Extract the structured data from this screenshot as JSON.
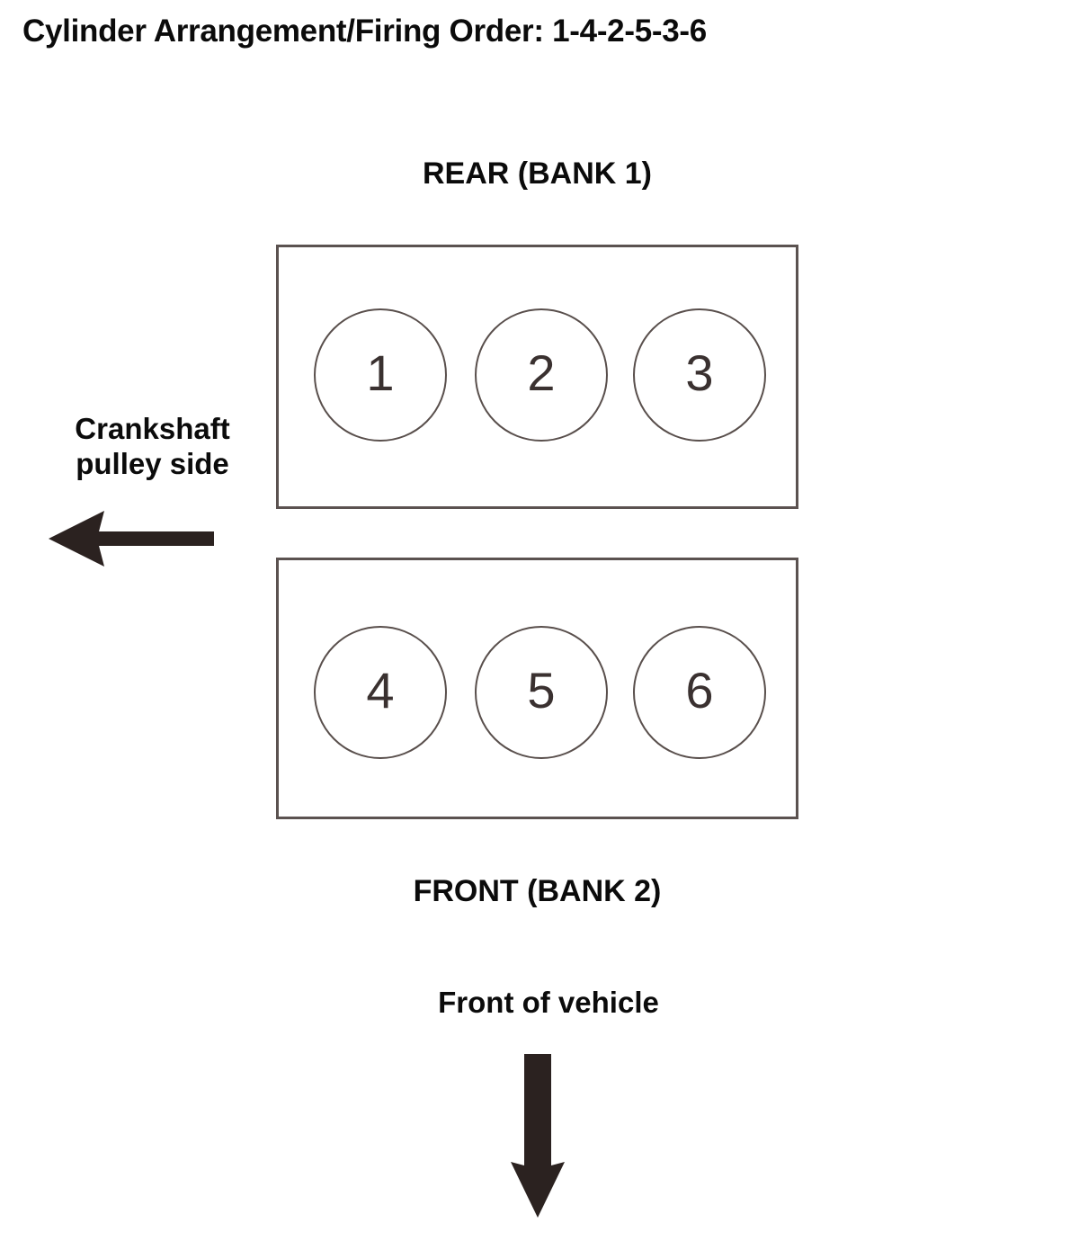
{
  "title": "Cylinder Arrangement/Firing Order: 1-4-2-5-3-6",
  "firing_order": "1-4-2-5-3-6",
  "banks": [
    {
      "caption": "REAR (BANK 1)",
      "caption_position": "above",
      "cylinders": [
        "1",
        "2",
        "3"
      ]
    },
    {
      "caption": "FRONT (BANK 2)",
      "caption_position": "below",
      "cylinders": [
        "4",
        "5",
        "6"
      ]
    }
  ],
  "annotations": {
    "crankshaft_line1": "Crankshaft",
    "crankshaft_line2": "pulley side",
    "crankshaft_arrow_icon": "arrow-left-icon",
    "front_of_vehicle": "Front of vehicle",
    "front_arrow_icon": "arrow-down-icon"
  },
  "colors": {
    "text": "#0b0b0b",
    "box_outline": "#5b5250",
    "circle_outline": "#594f4c",
    "circle_number": "#3a3130",
    "arrow_fill": "#2b2220",
    "background": "#ffffff"
  }
}
